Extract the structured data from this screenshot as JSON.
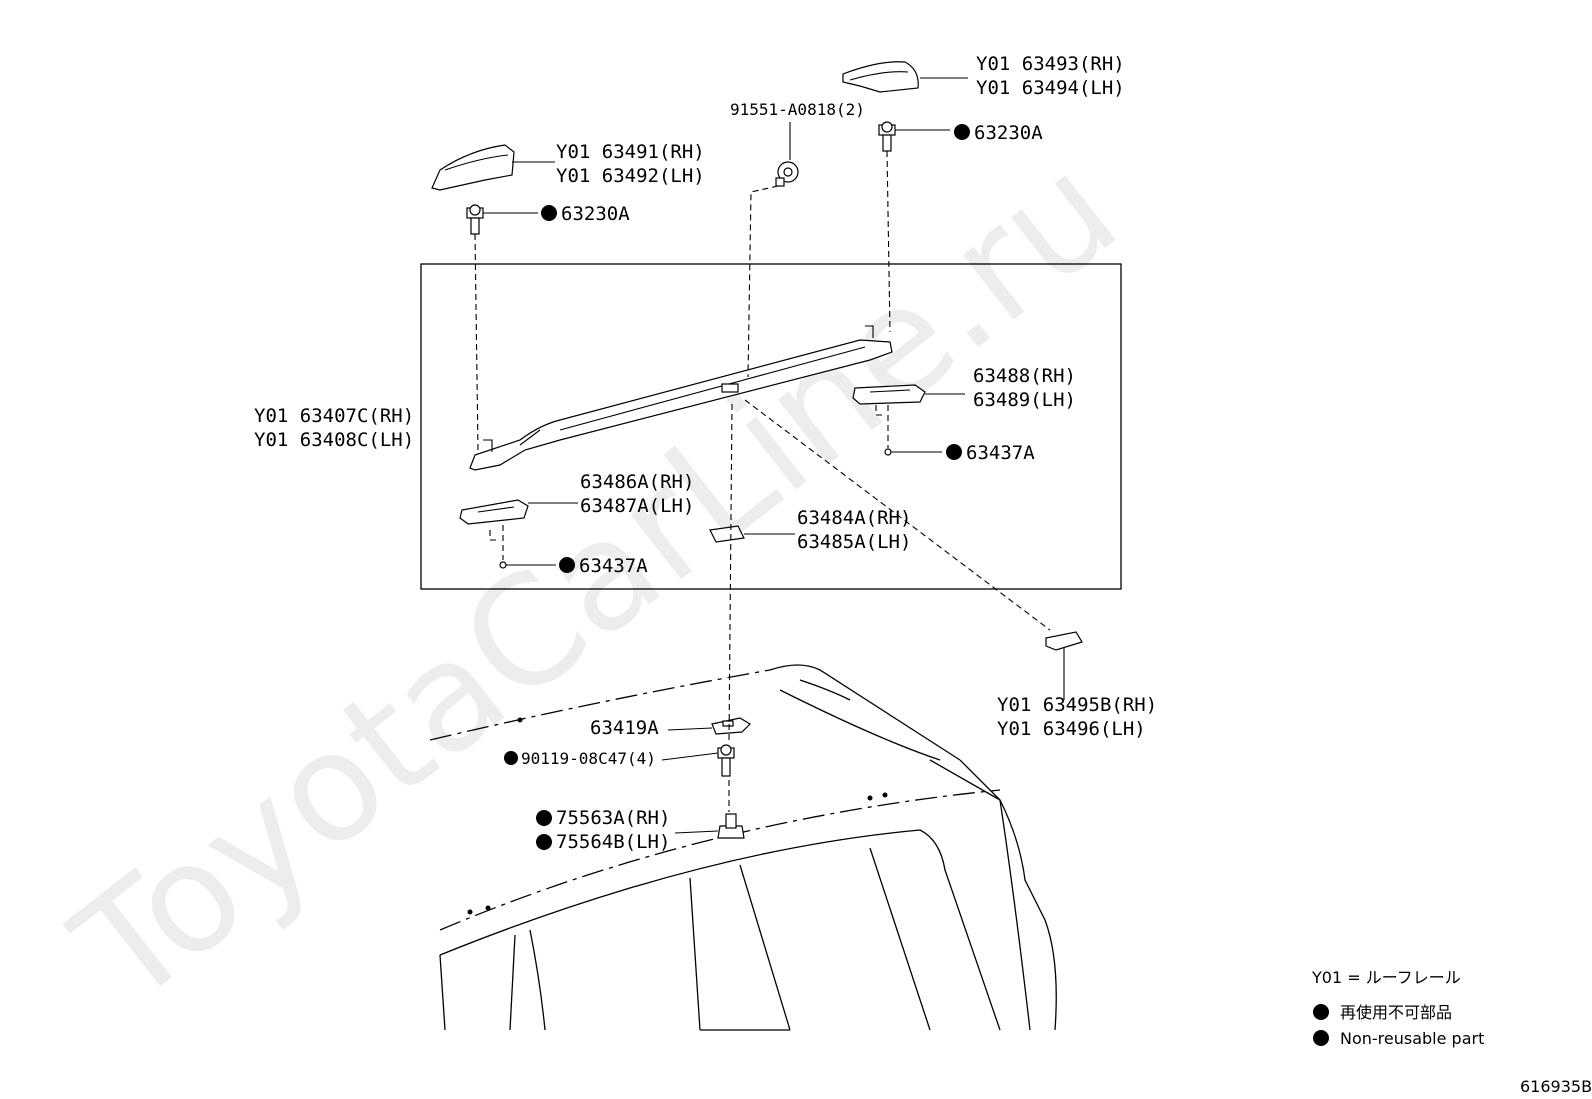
{
  "watermark": "ToyotaCarLine.ru",
  "labels": {
    "rear_cover_rh": "Y01 63493(RH)",
    "rear_cover_lh": "Y01 63494(LH)",
    "clip_top": "91551-A0818(2)",
    "bolt_rear": "63230A",
    "front_cover_rh": "Y01 63491(RH)",
    "front_cover_lh": "Y01 63492(LH)",
    "bolt_front": "63230A",
    "rail_rh": "Y01 63407C(RH)",
    "rail_lh": "Y01 63408C(LH)",
    "pad_rear_rh": "63488(RH)",
    "pad_rear_lh": "63489(LH)",
    "ring_rear": "63437A",
    "pad_front_rh": "63486A(RH)",
    "pad_front_lh": "63487A(LH)",
    "pad_center_rh": "63484A(RH)",
    "pad_center_lh": "63485A(LH)",
    "ring_front": "63437A",
    "end_cap_rh": "Y01 63495B(RH)",
    "end_cap_lh": "Y01 63496(LH)",
    "seal": "63419A",
    "screw": "90119-08C47(4)",
    "nut_rh": "75563A(RH)",
    "nut_lh": "75564B(LH)"
  },
  "legend": {
    "y01_def": "Y01 = ルーフレール",
    "non_reusable_jp": "再使用不可部品",
    "non_reusable_en": "Non-reusable part"
  },
  "diagram_id": "616935B"
}
